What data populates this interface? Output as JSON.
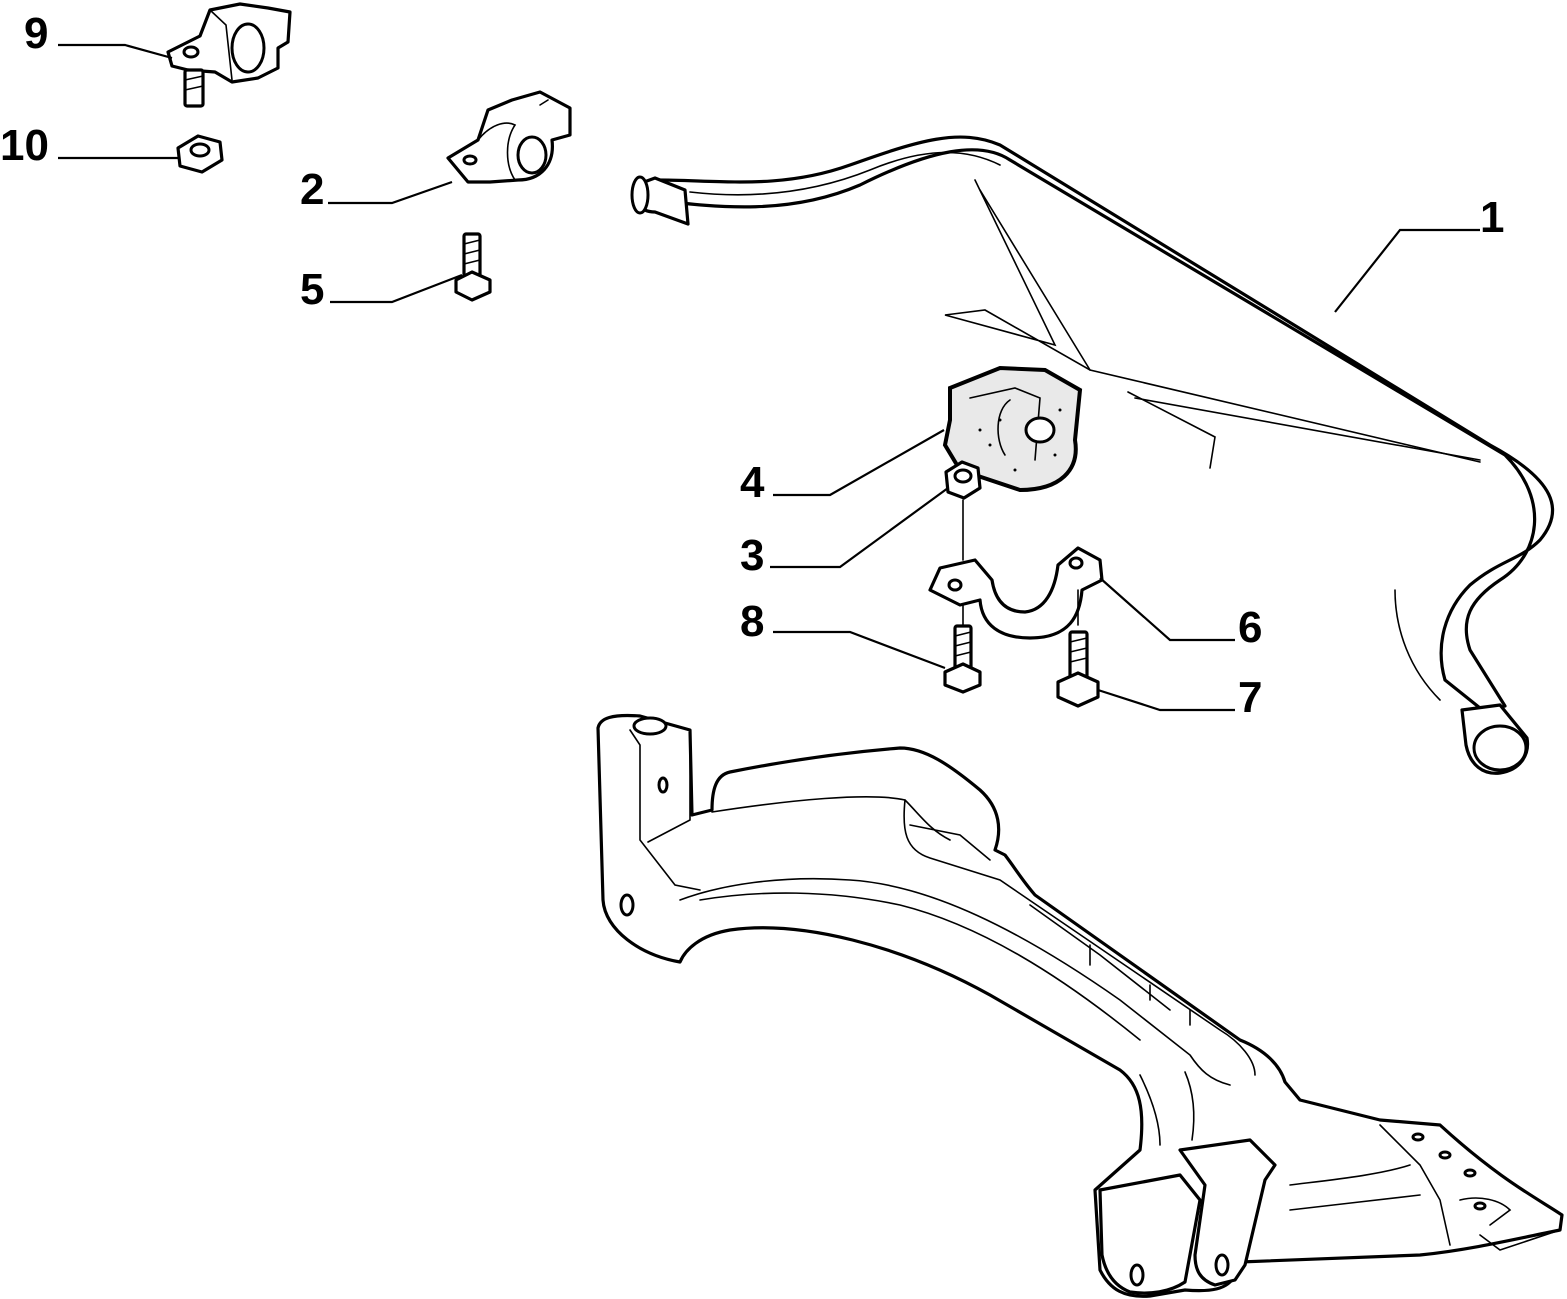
{
  "diagram": {
    "callouts": [
      {
        "id": "1",
        "label": "1"
      },
      {
        "id": "2",
        "label": "2"
      },
      {
        "id": "3",
        "label": "3"
      },
      {
        "id": "4",
        "label": "4"
      },
      {
        "id": "5",
        "label": "5"
      },
      {
        "id": "6",
        "label": "6"
      },
      {
        "id": "7",
        "label": "7"
      },
      {
        "id": "8",
        "label": "8"
      },
      {
        "id": "9",
        "label": "9"
      },
      {
        "id": "10",
        "label": "10"
      }
    ],
    "parts": [
      {
        "callout": "1",
        "icon": "stabilizer-bar-icon"
      },
      {
        "callout": "2",
        "icon": "bushing-bracket-icon"
      },
      {
        "callout": "3",
        "icon": "hex-nut-icon"
      },
      {
        "callout": "4",
        "icon": "rubber-bushing-icon"
      },
      {
        "callout": "5",
        "icon": "flange-bolt-icon"
      },
      {
        "callout": "6",
        "icon": "clamp-bracket-icon"
      },
      {
        "callout": "7",
        "icon": "flange-bolt-icon"
      },
      {
        "callout": "8",
        "icon": "flange-bolt-icon"
      },
      {
        "callout": "9",
        "icon": "bracket-with-stud-icon"
      },
      {
        "callout": "10",
        "icon": "hex-nut-icon"
      }
    ],
    "colors": {
      "line": "#000000",
      "background": "#ffffff"
    }
  }
}
